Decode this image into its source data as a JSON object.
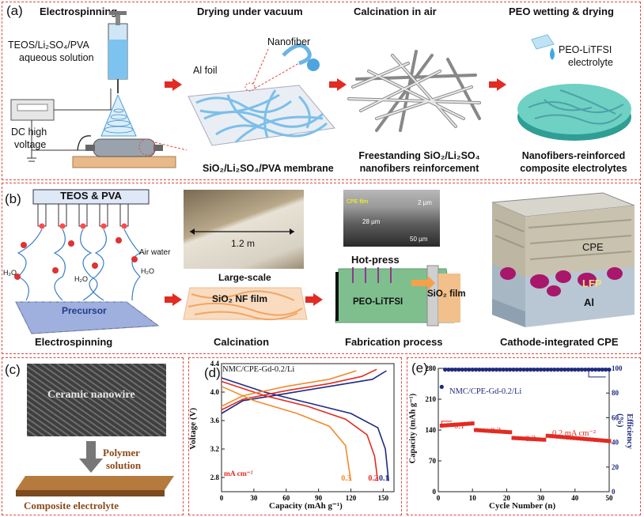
{
  "panel_a": {
    "label": "(a)",
    "step1": "Electrospinning",
    "step2": "Drying under vacuum",
    "step3": "Calcination in air",
    "step4": "PEO wetting & drying",
    "solution_line1": "TEOS/Li₂SO₄/PVA",
    "solution_line2": "aqueous solution",
    "dc_line1": "DC high",
    "dc_line2": "voltage",
    "al_foil": "Al foil",
    "nanofiber": "Nanofiber",
    "membrane": "SiO₂/Li₂SO₄/PVA membrane",
    "freestanding_line1": "Freestanding SiO₂/Li₂SO₄",
    "freestanding_line2": "nanofibers reinforcement",
    "electrolyte_line1": "PEO-LiTFSI",
    "electrolyte_line2": "electrolyte",
    "composite_line1": "Nanofibers-reinforced",
    "composite_line2": "composite electrolytes"
  },
  "panel_b": {
    "label": "(b)",
    "teos_pva": "TEOS & PVA",
    "air_water": "Air water",
    "h2o": "H₂O",
    "precursor": "Precursor",
    "electrospinning": "Electrospinning",
    "scale_length": "1.2 m",
    "large_scale": "Large-scale",
    "nf_film": "SiO₂ NF film",
    "calcination": "Calcination",
    "cpe_film": "CPE film",
    "scale_2um": "2 µm",
    "thickness": "28 µm",
    "scale_50um": "50 µm",
    "hot_press": "Hot-press",
    "peo_litfsi": "PEO-LiTFSI",
    "sio2_film": "SiO₂ film",
    "fabrication": "Fabrication process",
    "cpe": "CPE",
    "lfp": "LFP",
    "al": "Al",
    "cathode": "Cathode-integrated CPE"
  },
  "panel_c": {
    "label": "(c)",
    "wire_text": "Ceramic nanowire",
    "polymer_line1": "Polymer",
    "polymer_line2": "solution",
    "composite": "Composite electrolyte"
  },
  "panel_d": {
    "label": "(d)",
    "legend": "NMC/CPE-Gd-0.2/Li",
    "unit": "mA cm⁻²",
    "xlabel": "Capacity (mAh g⁻¹)",
    "ylabel": "Voltage (V)"
  },
  "panel_e": {
    "label": "(e)",
    "legend": "NMC/CPE-Gd-0.2/Li",
    "rate_01": "0.1",
    "rate_02": "0.2",
    "rate_03": "0.3",
    "rate_last": "0.2 mA cm⁻²",
    "xlabel": "Cycle Number (n)",
    "ylabel_left": "Capacity (mAh g⁻¹)",
    "ylabel_right": "Efficiency (%)"
  },
  "colors": {
    "accent_red": "#e2483d",
    "navy": "#1f2a80",
    "fiber_blue": "#6fb6e8",
    "orange": "#f28a2e"
  },
  "chart_data": [
    {
      "type": "line",
      "xlim": [
        0,
        160
      ],
      "ylim": [
        2.6,
        4.4
      ],
      "x_ticks": [
        0,
        30,
        60,
        90,
        120,
        150
      ],
      "y_ticks": [
        2.8,
        3.2,
        3.6,
        4.0,
        4.4
      ],
      "series": [
        {
          "name": "0.1",
          "color": "#1f2a80",
          "charge": [
            [
              0,
              3.7
            ],
            [
              20,
              3.88
            ],
            [
              60,
              3.98
            ],
            [
              100,
              4.08
            ],
            [
              140,
              4.18
            ],
            [
              153,
              4.3
            ]
          ],
          "discharge": [
            [
              0,
              4.2
            ],
            [
              40,
              4.0
            ],
            [
              80,
              3.85
            ],
            [
              120,
              3.7
            ],
            [
              145,
              3.5
            ],
            [
              152,
              3.2
            ],
            [
              155,
              2.75
            ]
          ]
        },
        {
          "name": "0.2",
          "color": "#e22b22",
          "charge": [
            [
              0,
              3.75
            ],
            [
              20,
              3.9
            ],
            [
              60,
              4.02
            ],
            [
              100,
              4.12
            ],
            [
              130,
              4.22
            ],
            [
              144,
              4.32
            ]
          ],
          "discharge": [
            [
              0,
              4.15
            ],
            [
              40,
              3.95
            ],
            [
              80,
              3.8
            ],
            [
              115,
              3.62
            ],
            [
              135,
              3.4
            ],
            [
              142,
              3.1
            ],
            [
              145,
              2.75
            ]
          ]
        },
        {
          "name": "0.3",
          "color": "#f28a2e",
          "charge": [
            [
              0,
              3.8
            ],
            [
              20,
              3.95
            ],
            [
              60,
              4.08
            ],
            [
              100,
              4.18
            ],
            [
              125,
              4.3
            ]
          ],
          "discharge": [
            [
              0,
              4.08
            ],
            [
              30,
              3.88
            ],
            [
              70,
              3.7
            ],
            [
              100,
              3.52
            ],
            [
              115,
              3.25
            ],
            [
              120,
              2.75
            ]
          ]
        }
      ]
    },
    {
      "type": "scatter",
      "xlim": [
        0,
        50
      ],
      "ylim_left": [
        0,
        280
      ],
      "ylim_right": [
        0,
        100
      ],
      "x_ticks": [
        0,
        10,
        20,
        30,
        40,
        50
      ],
      "y_ticks_left": [
        0,
        70,
        140,
        210,
        280
      ],
      "y_ticks_right": [
        0,
        20,
        40,
        60,
        80,
        100
      ],
      "series": [
        {
          "name": "Capacity",
          "axis": "left",
          "color": "#e22b22",
          "segments": [
            {
              "from": 1,
              "to": 10,
              "start": 150,
              "end": 155
            },
            {
              "from": 11,
              "to": 21,
              "start": 140,
              "end": 135
            },
            {
              "from": 22,
              "to": 31,
              "start": 122,
              "end": 118
            },
            {
              "from": 32,
              "to": 50,
              "start": 127,
              "end": 115
            }
          ]
        },
        {
          "name": "Efficiency",
          "axis": "right",
          "color": "#1f2a80",
          "first": 85,
          "value": 99
        }
      ]
    }
  ]
}
